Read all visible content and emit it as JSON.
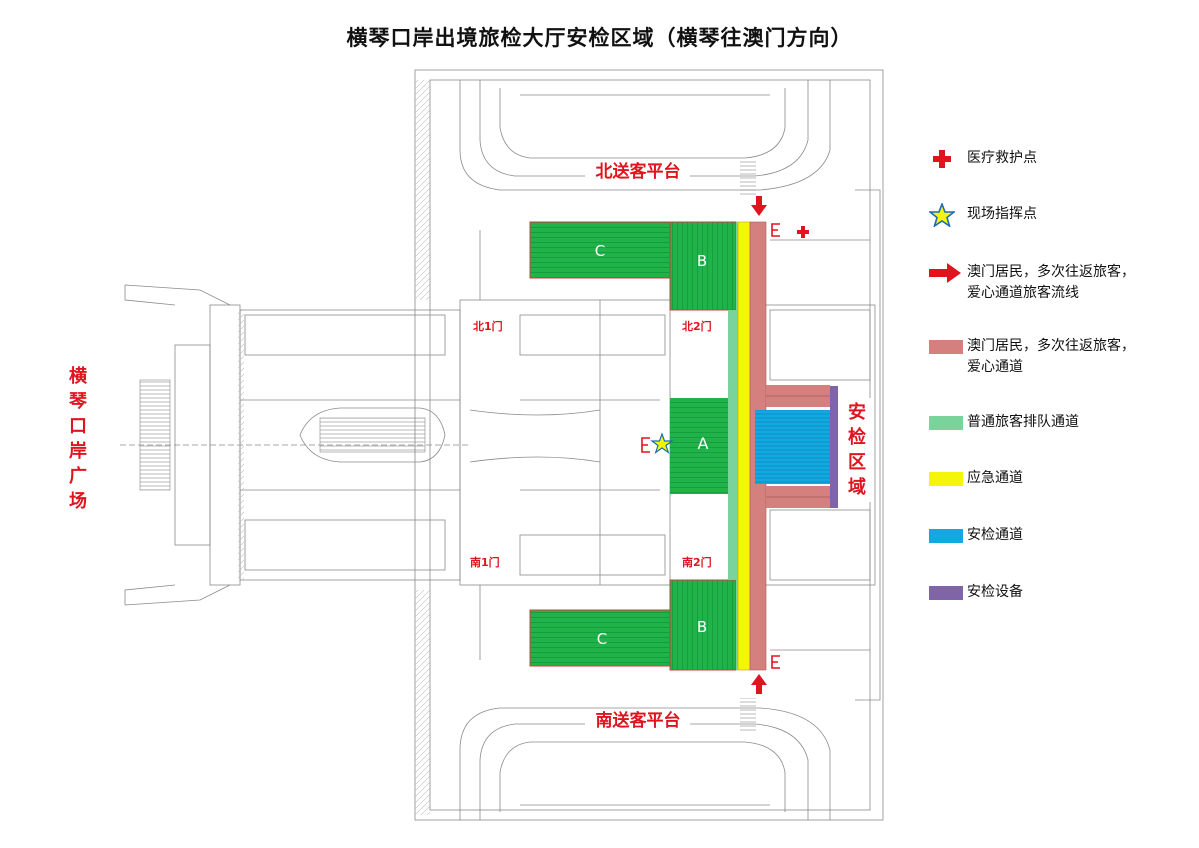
{
  "title": "横琴口岸出境旅检大厅安检区域（横琴往澳门方向）",
  "map": {
    "north_platform": "北送客平台",
    "south_platform": "南送客平台",
    "left_vertical": [
      "横",
      "琴",
      "口",
      "岸",
      "广",
      "场"
    ],
    "right_vertical": [
      "安",
      "检",
      "区",
      "域"
    ],
    "doors": {
      "north1": "北1门",
      "north2": "北2门",
      "south1": "南1门",
      "south2": "南2门"
    },
    "zones": {
      "a": "A",
      "b_top": "B",
      "b_bottom": "B",
      "c_top": "C",
      "c_bottom": "C"
    }
  },
  "legend": [
    {
      "icon": "red-cross-icon",
      "label": "医疗救护点"
    },
    {
      "icon": "star-icon",
      "label": "现场指挥点"
    },
    {
      "icon": "red-arrow-icon",
      "label": "澳门居民，多次往返旅客，爱心通道旅客流线"
    },
    {
      "icon": "swatch",
      "color": "#d4807e",
      "label": "澳门居民，多次往返旅客，爱心通道"
    },
    {
      "icon": "swatch",
      "color": "#7ad39a",
      "label": "普通旅客排队通道"
    },
    {
      "icon": "swatch",
      "color": "#f5f50a",
      "label": "应急通道"
    },
    {
      "icon": "swatch",
      "color": "#12a8e0",
      "label": "安检通道"
    },
    {
      "icon": "swatch",
      "color": "#7f65a8",
      "label": "安检设备"
    }
  ],
  "colors": {
    "green_dark": "#1fb34a",
    "green_light": "#7ad39a",
    "yellow": "#f5f50a",
    "pink": "#d4807e",
    "blue": "#12a8e0",
    "purple": "#7f65a8",
    "red": "#e0141e"
  }
}
